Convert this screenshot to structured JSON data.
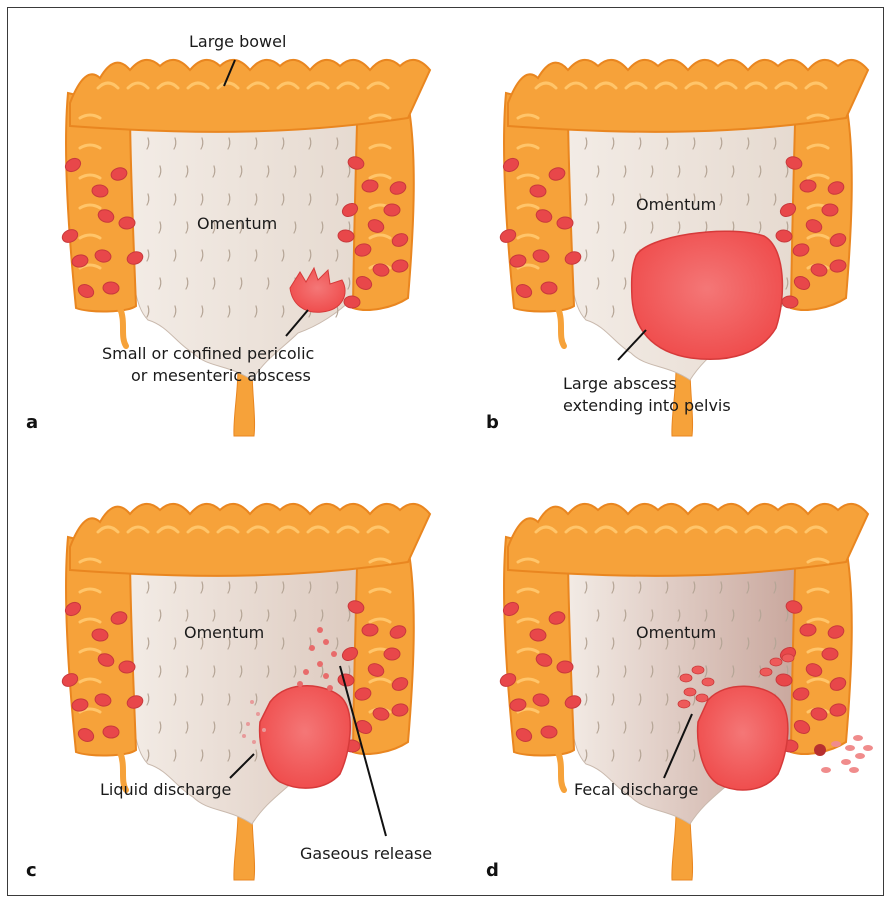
{
  "colors": {
    "bowel": "#f6a23a",
    "bowel_shade": "#e98620",
    "bowel_highlight": "#ffc56a",
    "omentum": "#ece3dc",
    "omentum_line": "#b5a596",
    "node": "#e8474a",
    "abscess": "#ef4a4a",
    "leader": "#111111"
  },
  "panels": [
    {
      "letter": "a",
      "omentum_label": "Omentum",
      "labels": [
        "Large bowel",
        "Small or confined pericolic",
        "or mesenteric abscess"
      ]
    },
    {
      "letter": "b",
      "omentum_label": "Omentum",
      "labels": [
        "Large abscess",
        "extending into pelvis"
      ]
    },
    {
      "letter": "c",
      "omentum_label": "Omentum",
      "labels": [
        "Liquid discharge",
        "Gaseous release"
      ]
    },
    {
      "letter": "d",
      "omentum_label": "Omentum",
      "labels": [
        "Fecal discharge"
      ]
    }
  ]
}
